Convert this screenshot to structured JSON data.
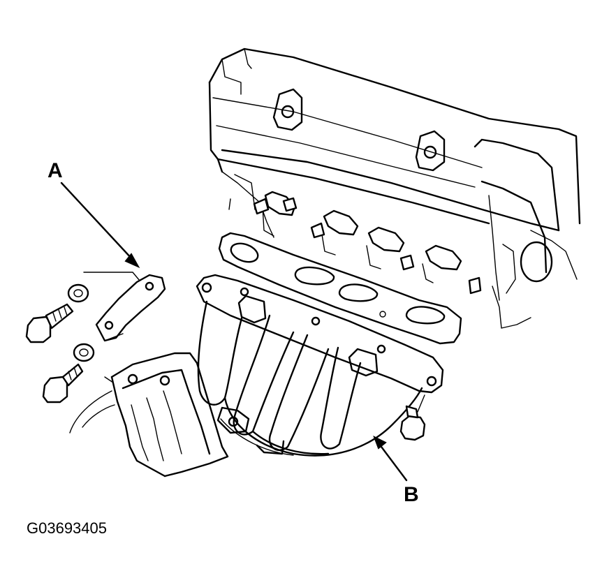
{
  "callouts": {
    "a": "A",
    "b": "B"
  },
  "figure_id": "G03693405",
  "colors": {
    "ink": "#000000",
    "background": "#ffffff"
  }
}
